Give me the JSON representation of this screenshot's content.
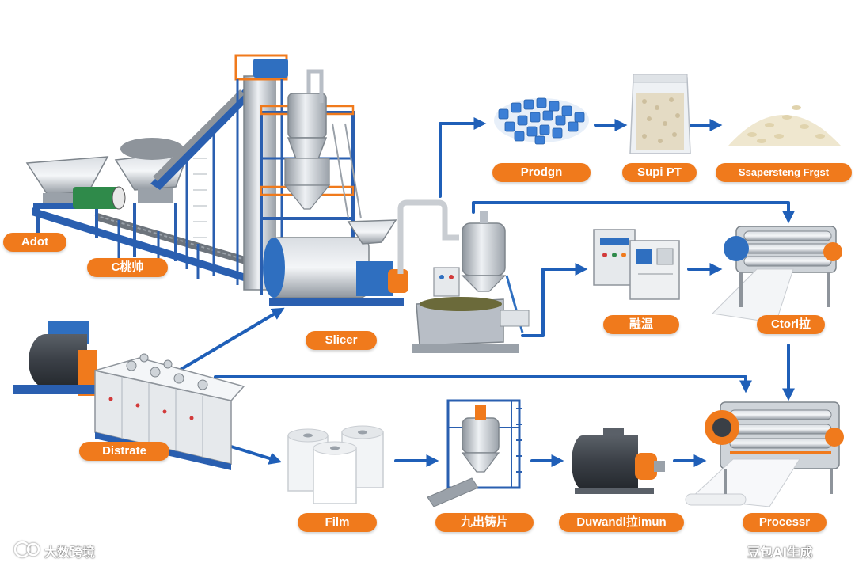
{
  "colors": {
    "label_bg": "#f07a1c",
    "flow_arrow": "#1f5fb8",
    "frame_blue": "#2a5fb0",
    "steel": "#b8bec6",
    "motor_blue": "#2f6fc0"
  },
  "labels": {
    "adot": "Adot",
    "c_machine": "C桃帅",
    "slicer": "Slicer",
    "distribute": "Distrate",
    "prodgn": "Prodgn",
    "supi_pt": "Supi PT",
    "separation": "Ssapersteng Frgst",
    "tempering": "融温",
    "control": "Ctorl拉",
    "film": "Film",
    "casting": "九出铸片",
    "drawing": "Duwandl拉imun",
    "processor": "Processr"
  },
  "watermarks": {
    "left": "大数跨境",
    "right": "豆包AI生成"
  },
  "icons": [
    "hopper-icon",
    "conveyor-icon",
    "elevator-tower-icon",
    "extruder-icon",
    "motor-icon",
    "control-cabinet-icon",
    "tank-icon",
    "pellets-icon",
    "bag-icon",
    "flakes-icon",
    "film-roll-icon",
    "stretching-machine-icon"
  ]
}
